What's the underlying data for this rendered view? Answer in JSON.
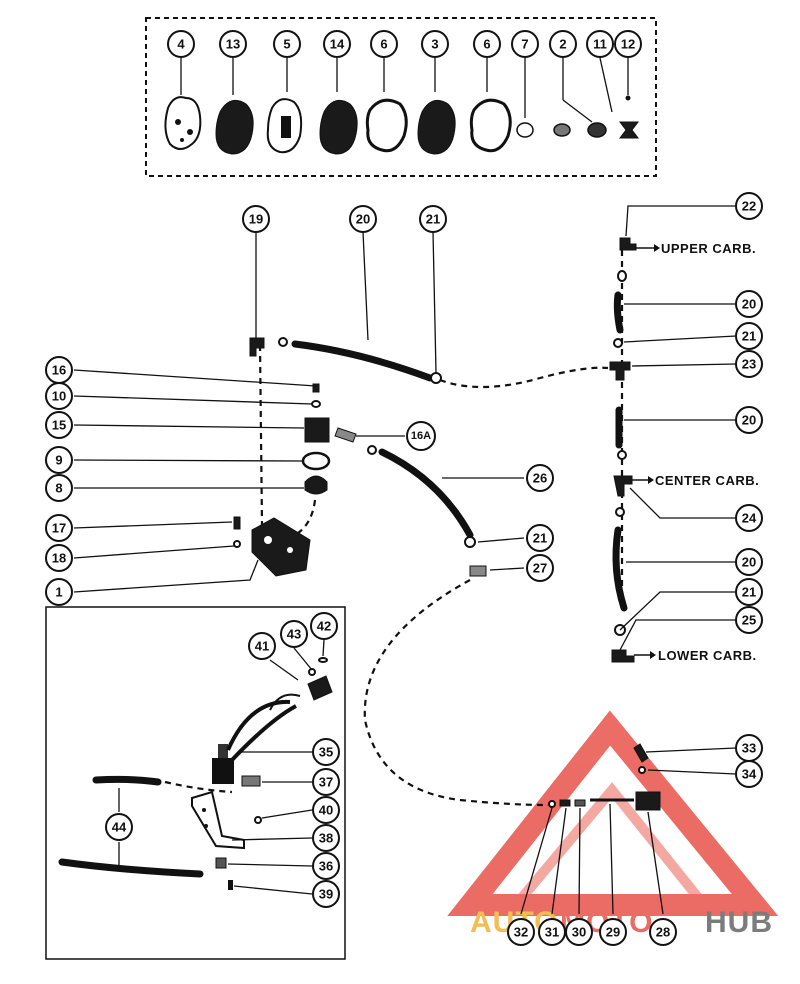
{
  "diagram": {
    "callouts": {
      "c4": "4",
      "c13": "13",
      "c5": "5",
      "c14": "14",
      "c6a": "6",
      "c3": "3",
      "c6b": "6",
      "c7": "7",
      "c2": "2",
      "c11": "11",
      "c12": "12",
      "c19": "19",
      "c20a": "20",
      "c21a": "21",
      "c22": "22",
      "c20b": "20",
      "c21b": "21",
      "c23": "23",
      "c20c": "20",
      "c16": "16",
      "c10": "10",
      "c15": "15",
      "c16A": "16A",
      "c9": "9",
      "c8": "8",
      "c26": "26",
      "c24": "24",
      "c17": "17",
      "c18": "18",
      "c21c": "21",
      "c27": "27",
      "c1": "1",
      "c20d": "20",
      "c21d": "21",
      "c25": "25",
      "c43": "43",
      "c42": "42",
      "c41": "41",
      "c35": "35",
      "c37": "37",
      "c40": "40",
      "c44": "44",
      "c38": "38",
      "c36": "36",
      "c39": "39",
      "c33": "33",
      "c34": "34",
      "c32": "32",
      "c31": "31",
      "c30": "30",
      "c29": "29",
      "c28": "28"
    },
    "labels": {
      "upper_carb": "UPPER CARB.",
      "center_carb": "CENTER CARB.",
      "lower_carb": "LOWER CARB."
    }
  },
  "watermark": {
    "auto": "AUTO",
    "moto": "MOTO",
    "hub": "HUB",
    "colors": {
      "triangle": "#e8534a",
      "auto": "#f2b233",
      "hub": "#666666"
    }
  }
}
